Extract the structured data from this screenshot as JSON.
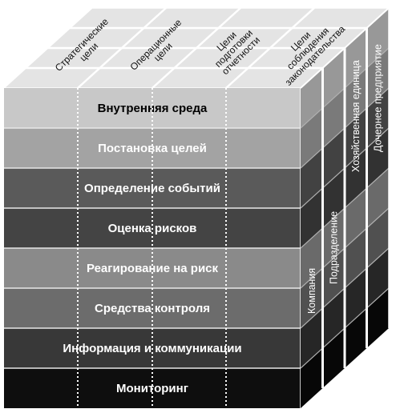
{
  "objectives": [
    {
      "lines": [
        "Стратегические",
        "цели"
      ]
    },
    {
      "lines": [
        "Операционные",
        "цели"
      ]
    },
    {
      "lines": [
        "Цели",
        "подготовки",
        "отчетности"
      ]
    },
    {
      "lines": [
        "Цели",
        "соблюдения",
        "законодательства"
      ]
    }
  ],
  "components": [
    {
      "label": "Внутренняя среда",
      "face": "#c8c8c8",
      "side": "#989898",
      "text": "#000000"
    },
    {
      "label": "Постановка целей",
      "face": "#a3a3a3",
      "side": "#7a7a7a",
      "text": "#ffffff"
    },
    {
      "label": "Определение событий",
      "face": "#5a5a5a",
      "side": "#424242",
      "text": "#ffffff"
    },
    {
      "label": "Оценка рисков",
      "face": "#444444",
      "side": "#323232",
      "text": "#ffffff"
    },
    {
      "label": "Реагирование на риск",
      "face": "#8a8a8a",
      "side": "#6a6a6a",
      "text": "#ffffff"
    },
    {
      "label": "Средства контроля",
      "face": "#6c6c6c",
      "side": "#505050",
      "text": "#ffffff"
    },
    {
      "label": "Информация и коммуникации",
      "face": "#383838",
      "side": "#262626",
      "text": "#ffffff"
    },
    {
      "label": "Мониторинг",
      "face": "#0e0e0e",
      "side": "#070707",
      "text": "#ffffff"
    }
  ],
  "units": [
    {
      "label": "Компания"
    },
    {
      "label": "Подразделение"
    },
    {
      "label": "Хозяйственная единица"
    },
    {
      "label": "Дочернее предприятие"
    }
  ]
}
